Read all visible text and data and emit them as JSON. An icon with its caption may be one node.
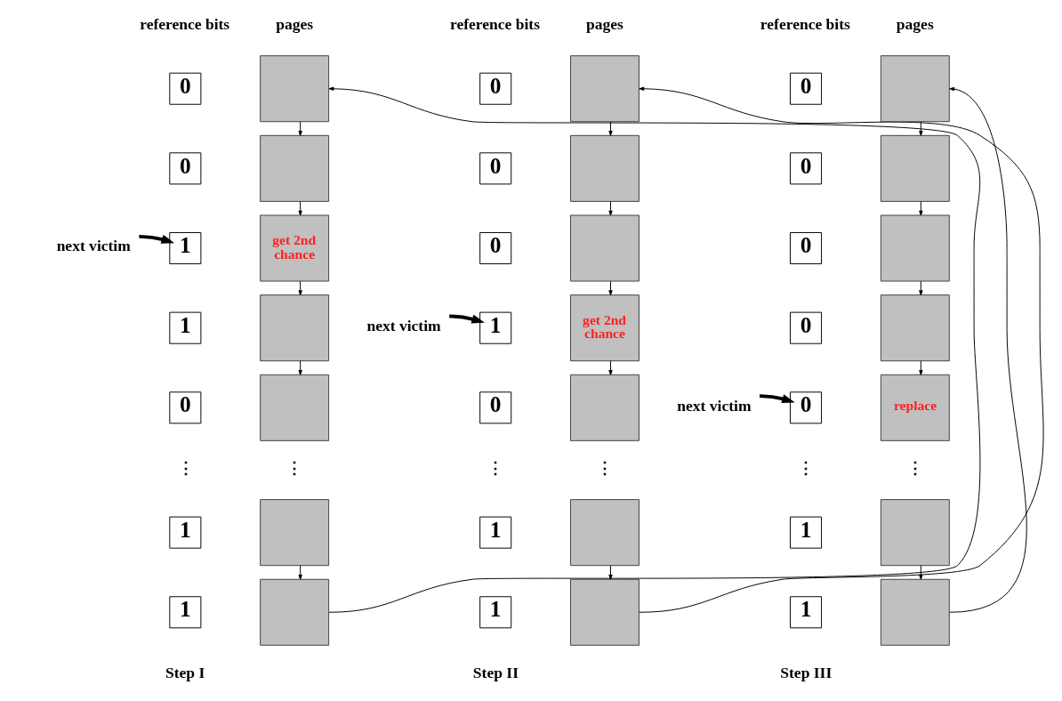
{
  "diagram": {
    "nodes": [
      {
        "text": [
          "next victim"
        ]
      },
      {
        "text": [
          "0"
        ]
      },
      {
        "text": [
          "0"
        ]
      },
      {
        "text": [
          "1"
        ]
      },
      {
        "text": [
          "1"
        ]
      },
      {
        "text": [
          "0"
        ]
      },
      {
        "text": [
          "1"
        ]
      },
      {
        "text": [
          "1"
        ]
      },
      {
        "text": [],
        "shape": "box"
      },
      {
        "text": [],
        "shape": "box"
      },
      {
        "text": [
          "get 2nd chance"
        ]
      },
      {
        "text": [],
        "shape": "box"
      },
      {
        "text": [],
        "shape": "box"
      },
      {
        "text": [],
        "shape": "box"
      },
      {
        "text": [],
        "shape": "box"
      },
      {
        "text": [
          "next victim"
        ]
      },
      {
        "text": [
          "0"
        ]
      },
      {
        "text": [
          "0"
        ]
      },
      {
        "text": [
          "0"
        ]
      },
      {
        "text": [
          "1"
        ]
      },
      {
        "text": [
          "0"
        ]
      },
      {
        "text": [
          "1"
        ]
      },
      {
        "text": [
          "1"
        ]
      },
      {
        "text": [],
        "shape": "box"
      },
      {
        "text": [],
        "shape": "box"
      },
      {
        "text": [],
        "shape": "box"
      },
      {
        "text": [
          "get 2nd chance"
        ]
      },
      {
        "text": [],
        "shape": "box"
      },
      {
        "text": [],
        "shape": "box"
      },
      {
        "text": [],
        "shape": "box"
      },
      {
        "text": [
          "next victim"
        ]
      },
      {
        "text": [
          "0"
        ]
      },
      {
        "text": [
          "0"
        ]
      },
      {
        "text": [
          "0"
        ]
      },
      {
        "text": [
          "0"
        ]
      },
      {
        "text": [
          "0"
        ]
      },
      {
        "text": [
          "1"
        ]
      },
      {
        "text": [
          "1"
        ]
      },
      {
        "text": [],
        "shape": "box"
      },
      {
        "text": [],
        "shape": "box"
      },
      {
        "text": [],
        "shape": "box"
      },
      {
        "text": [],
        "shape": "box"
      },
      {
        "text": [
          "replace"
        ]
      },
      {
        "text": [],
        "shape": "box"
      },
      {
        "text": [],
        "shape": "box"
      }
    ],
    "edges": [
      {
        "from": 0,
        "to": 3,
        "arrow": "to",
        "style": "thick"
      },
      {
        "from": 8,
        "to": 9,
        "arrow": "to"
      },
      {
        "from": 9,
        "to": 10,
        "arrow": "to"
      },
      {
        "from": 10,
        "to": 11,
        "arrow": "to"
      },
      {
        "from": 11,
        "to": 12,
        "arrow": "to"
      },
      {
        "from": 13,
        "to": 14,
        "arrow": "to"
      },
      {
        "from": 14,
        "to": 8,
        "arrow": "to"
      },
      {
        "from": 15,
        "to": 19,
        "arrow": "to",
        "style": "thick"
      },
      {
        "from": 23,
        "to": 24,
        "arrow": "to"
      },
      {
        "from": 24,
        "to": 25,
        "arrow": "to"
      },
      {
        "from": 25,
        "to": 26,
        "arrow": "to"
      },
      {
        "from": 26,
        "to": 27,
        "arrow": "to"
      },
      {
        "from": 28,
        "to": 29,
        "arrow": "to"
      },
      {
        "from": 29,
        "to": 23,
        "arrow": "to"
      },
      {
        "from": 30,
        "to": 35,
        "arrow": "to",
        "style": "thick"
      },
      {
        "from": 38,
        "to": 39,
        "arrow": "to"
      },
      {
        "from": 39,
        "to": 40,
        "arrow": "to"
      },
      {
        "from": 40,
        "to": 41,
        "arrow": "to"
      },
      {
        "from": 41,
        "to": 42,
        "arrow": "to"
      },
      {
        "from": 43,
        "to": 44,
        "arrow": "to"
      },
      {
        "from": 44,
        "to": 38,
        "arrow": "to"
      }
    ],
    "labels": [
      "reference bits",
      "pages",
      "reference bits",
      "pages",
      "reference bits",
      "pages",
      "⋮",
      "⋮",
      "⋮",
      "⋮",
      "⋮",
      "⋮",
      "Step I",
      "Step II",
      "Step III"
    ]
  }
}
